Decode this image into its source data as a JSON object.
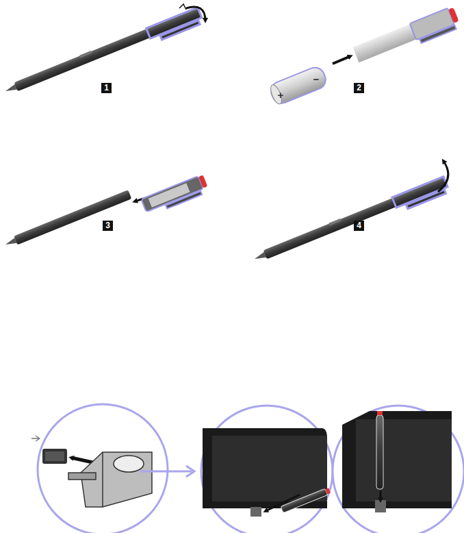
{
  "diagram": {
    "labels": [
      "1",
      "2",
      "3",
      "4",
      "+",
      "−"
    ]
  }
}
